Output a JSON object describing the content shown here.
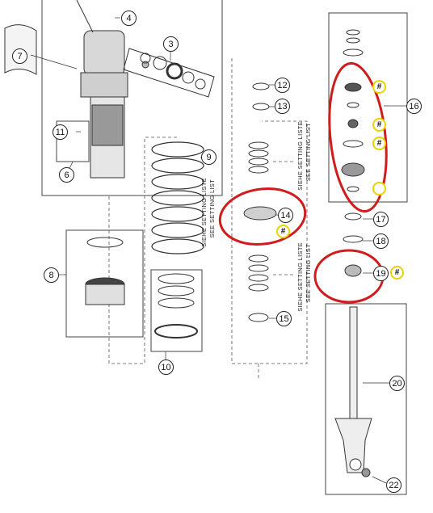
{
  "diagram": {
    "callouts": [
      "4",
      "3",
      "7",
      "11",
      "6",
      "8",
      "9",
      "10",
      "12",
      "13",
      "14",
      "15",
      "16",
      "17",
      "18",
      "19",
      "20",
      "22"
    ],
    "setting_list_de": "SIEHE SETTING LISTE",
    "setting_list_en": "SEE SETTING LIST",
    "hash_mark": "#",
    "highlight_color": "#d01c1c",
    "hash_ring_color": "#e8d400"
  }
}
